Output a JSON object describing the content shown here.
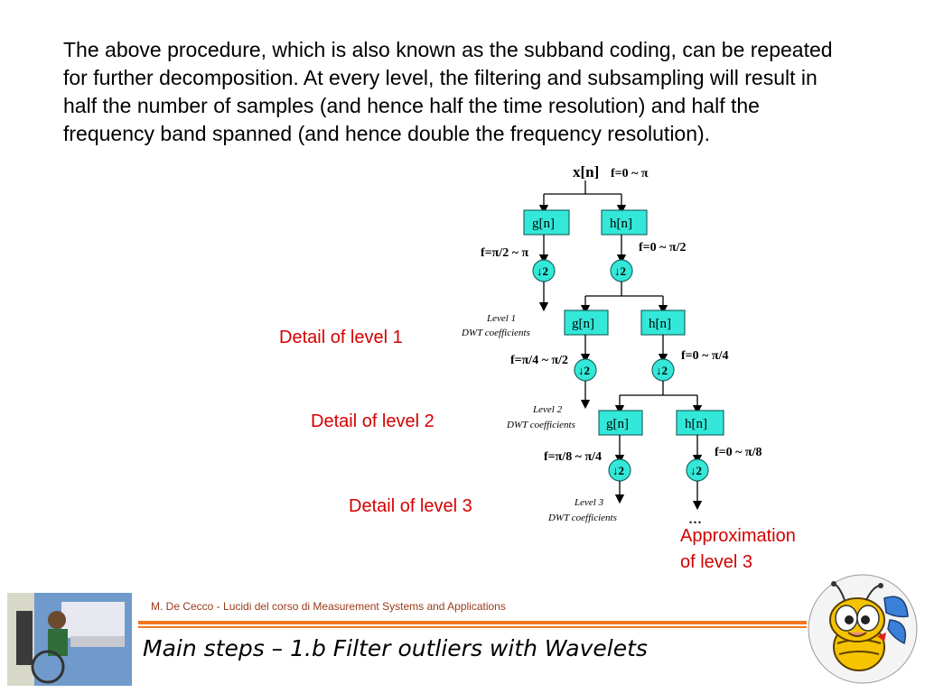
{
  "paragraph": "The above procedure, which is also known as the subband coding, can be repeated for further decomposition. At every level, the filtering and subsampling will result in half the number of samples (and hence half the time resolution) and half the frequency band spanned (and hence double the frequency resolution).",
  "details": {
    "level1": "Detail of level 1",
    "level2": "Detail of level 2",
    "level3": "Detail of level 3"
  },
  "approximation": {
    "line1": "Approximation",
    "line2": "of level 3"
  },
  "diagram": {
    "input": "x[n]",
    "input_band": "f=0 ~ π",
    "g": "g[n]",
    "h": "h[n]",
    "down": "↓2",
    "band_g1": "f=π/2 ~ π",
    "band_h1": "f=0 ~ π/2",
    "band_g2": "f=π/4 ~ π/2",
    "band_h2": "f=0 ~ π/4",
    "band_g3": "f=π/8 ~ π/4",
    "band_h3": "f=0 ~ π/8",
    "level1_title": "Level 1",
    "level2_title": "Level 2",
    "level3_title": "Level 3",
    "coeff": "DWT coefficients",
    "ellipsis": "..."
  },
  "footer": {
    "credit": "M. De Cecco - Lucidi del corso di Measurement Systems and Applications",
    "title": "Main steps – 1.b Filter outliers with Wavelets"
  },
  "colors": {
    "accent_red": "#d40000",
    "filter_fill": "#33e8d8",
    "footer_bar": "#f07820"
  }
}
